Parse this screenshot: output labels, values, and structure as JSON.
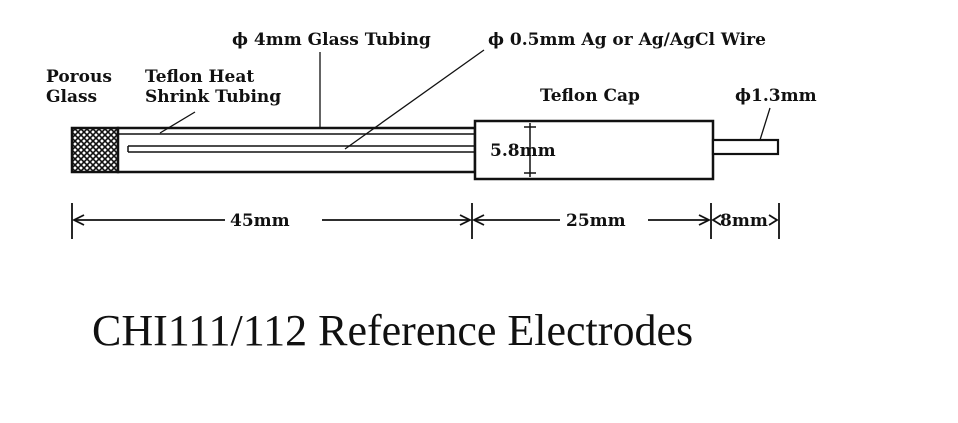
{
  "labels": {
    "glass_tubing": "ϕ 4mm Glass Tubing",
    "wire": "ϕ 0.5mm Ag or Ag/AgCl Wire",
    "porous_line1": "Porous",
    "porous_line2": "Glass",
    "teflon_line1": "Teflon Heat",
    "teflon_line2": "Shrink Tubing",
    "teflon_cap": "Teflon Cap",
    "diameter_13": "ϕ1.3mm",
    "cap_diameter": "5.8mm"
  },
  "dimensions": {
    "len_45": "45mm",
    "len_25": "25mm",
    "len_8": "8mm"
  },
  "title": "CHI111/112 Reference Electrodes",
  "colors": {
    "ink": "#111111",
    "background": "#ffffff"
  }
}
